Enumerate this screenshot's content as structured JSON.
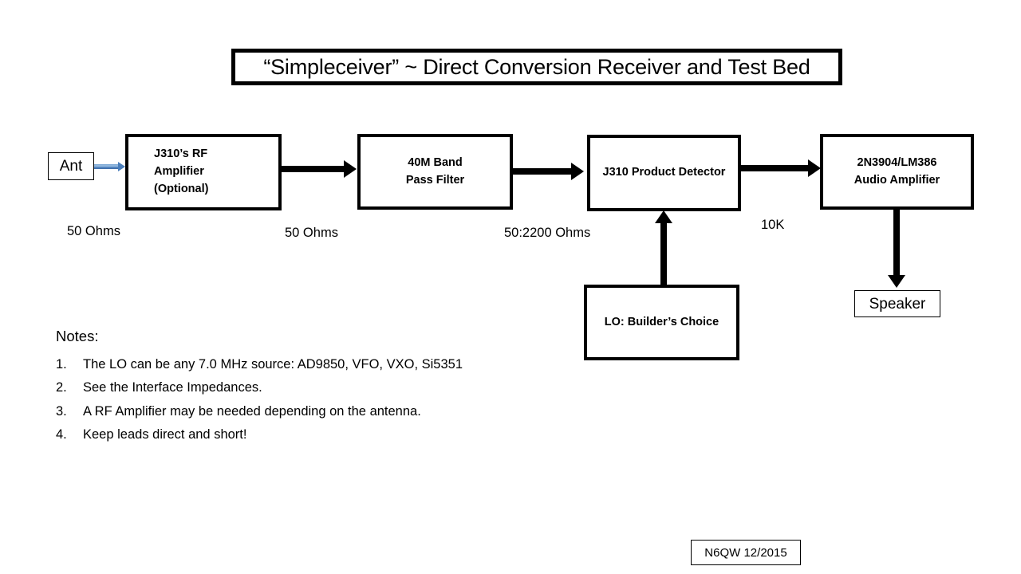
{
  "title": {
    "text": "“Simpleceiver” ~ Direct Conversion Receiver and Test Bed"
  },
  "signal_chain": {
    "antenna": {
      "label": "Ant"
    },
    "blocks": [
      {
        "id": "rf-amplifier",
        "label": "J310’s RF\nAmplifier\n(Optional)"
      },
      {
        "id": "band-pass-filter",
        "label": "40M Band\nPass Filter"
      },
      {
        "id": "product-detector",
        "label": "J310 Product Detector"
      },
      {
        "id": "audio-amplifier",
        "label": "2N3904/LM386\nAudio Amplifier"
      }
    ],
    "local_oscillator": {
      "label": "LO: Builder’s Choice"
    },
    "speaker": {
      "label": "Speaker"
    }
  },
  "impedance_labels": [
    {
      "id": "ant-to-rfamp",
      "text": "50 Ohms"
    },
    {
      "id": "rfamp-to-bpf",
      "text": "50 Ohms"
    },
    {
      "id": "bpf-to-detector",
      "text": "50:2200 Ohms"
    },
    {
      "id": "detector-to-af",
      "text": "10K"
    }
  ],
  "notes": {
    "heading": "Notes:",
    "items": [
      {
        "number": "1.",
        "text": "The LO can be any 7.0 MHz source: AD9850, VFO, VXO, Si5351"
      },
      {
        "number": "2.",
        "text": "See the Interface Impedances."
      },
      {
        "number": "3.",
        "text": "A RF Amplifier may be needed depending on the antenna."
      },
      {
        "number": "4.",
        "text": "Keep leads direct and short!"
      }
    ]
  },
  "credit": {
    "text": "N6QW 12/2015"
  },
  "colors": {
    "background": "#ffffff",
    "stroke": "#000000",
    "accent_connector": "#4a7ebb"
  }
}
